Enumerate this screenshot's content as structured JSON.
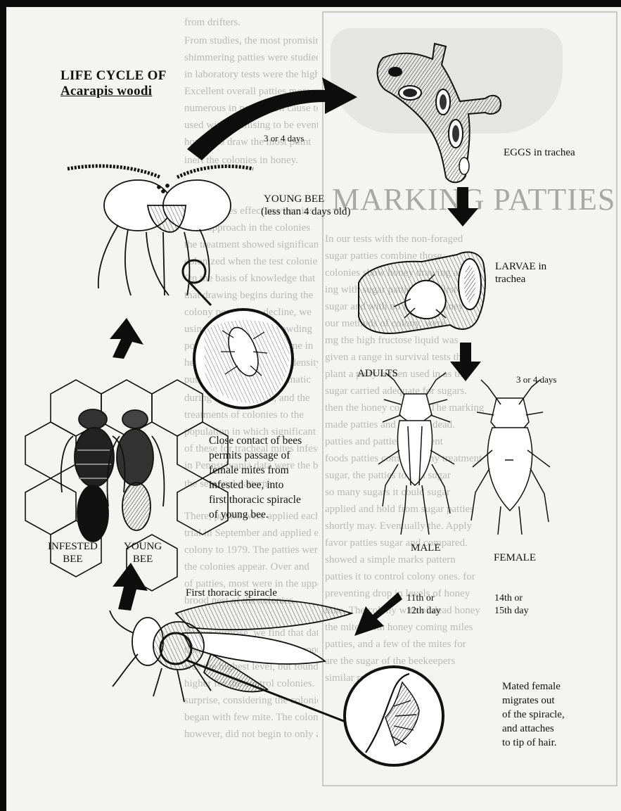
{
  "title": {
    "line1": "LIFE CYCLE OF",
    "line2": "Acarapis woodi"
  },
  "stages": {
    "eggs": "EGGS in trachea",
    "larvae_line1": "LARVAE in",
    "larvae_line2": "trachea",
    "adults": "ADULTS",
    "male": "MALE",
    "female": "FEMALE",
    "young_bee_top_line1": "YOUNG BEE",
    "young_bee_top_line2": "(less than 4 days old)",
    "infested_bee_line1": "INFESTED",
    "infested_bee_line2": "BEE",
    "young_bee_bottom_line1": "YOUNG",
    "young_bee_bottom_line2": "BEE",
    "spiracle": "First thoracic spiracle"
  },
  "timings": {
    "to_eggs": "3 or 4 days",
    "to_adults": "3 or 4 days",
    "male_line1": "11th or",
    "male_line2": "12th day",
    "female_line1": "14th  or",
    "female_line2": "15th  day"
  },
  "captions": {
    "contact": [
      "Close contact of bees",
      "permits passage of",
      "female mites from",
      "infested bee, into",
      "first thoracic spiracle",
      "of young bee."
    ],
    "mated": [
      "Mated female",
      "migrates out",
      "of the spiracle,",
      "and attaches",
      "to tip of hair."
    ]
  },
  "background_text": {
    "heading": "MARKING PATTIES"
  }
}
